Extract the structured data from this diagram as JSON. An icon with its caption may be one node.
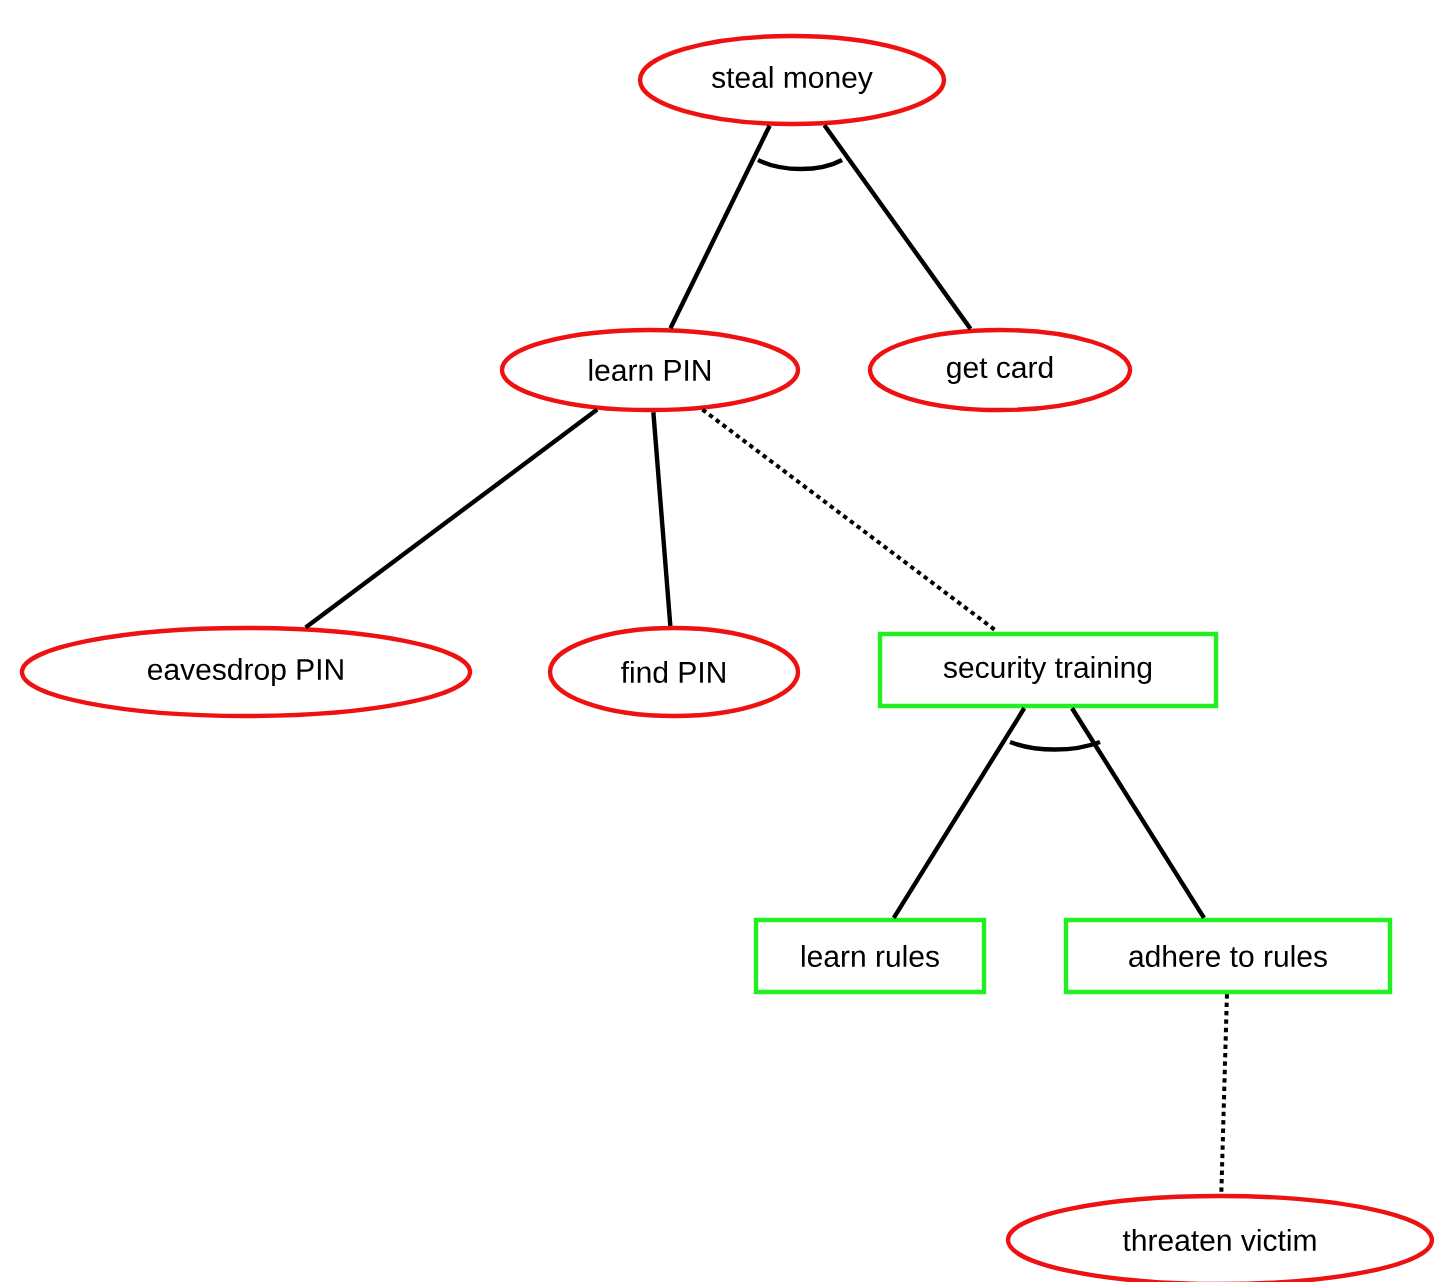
{
  "diagram": {
    "nodes": [
      {
        "text": [
          "steal money"
        ]
      },
      {
        "text": [
          "learn PIN"
        ]
      },
      {
        "text": [
          "get card"
        ]
      },
      {
        "text": [
          "eavesdrop PIN"
        ]
      },
      {
        "text": [
          "find PIN"
        ]
      },
      {
        "text": [
          "security training"
        ]
      },
      {
        "text": [
          "learn rules"
        ]
      },
      {
        "text": [
          "adhere to rules"
        ]
      },
      {
        "text": [
          "threaten victim"
        ]
      }
    ],
    "edges": [
      {
        "from": 0,
        "to": 1,
        "arrow": "none"
      },
      {
        "from": 0,
        "to": 2,
        "arrow": "none"
      },
      {
        "from": 1,
        "to": 3,
        "arrow": "none"
      },
      {
        "from": 1,
        "to": 4,
        "arrow": "none"
      },
      {
        "from": 1,
        "to": 5,
        "arrow": "none",
        "style": "dashed"
      },
      {
        "from": 5,
        "to": 6,
        "arrow": "none"
      },
      {
        "from": 5,
        "to": 7,
        "arrow": "none"
      },
      {
        "from": 7,
        "to": 8,
        "arrow": "none",
        "style": "dashed"
      }
    ]
  }
}
